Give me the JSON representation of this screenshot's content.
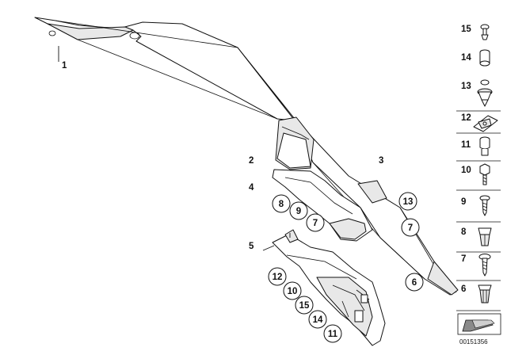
{
  "callouts": {
    "c1": "1",
    "c2": "2",
    "c3": "3",
    "c4": "4",
    "c5": "5",
    "c6": "6",
    "c7a": "7",
    "c7b": "7",
    "c8": "8",
    "c9": "9",
    "c10": "10",
    "c11": "11",
    "c12": "12",
    "c13": "13",
    "c14": "14",
    "c15": "15"
  },
  "legend": [
    "15",
    "14",
    "13",
    "12",
    "11",
    "10",
    "9",
    "8",
    "7",
    "6"
  ],
  "doc_id": "00151356"
}
